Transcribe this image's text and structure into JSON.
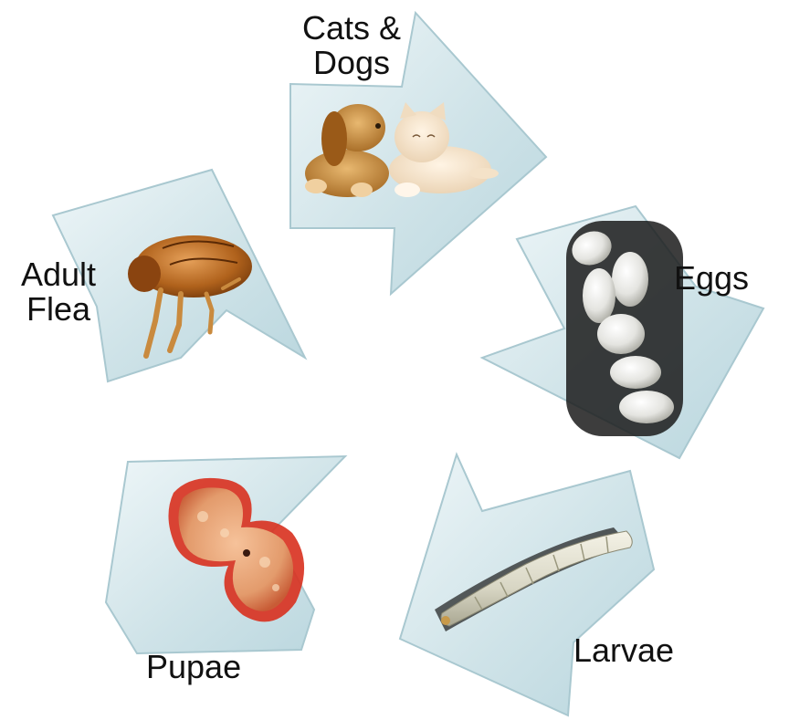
{
  "diagram": {
    "stages": [
      {
        "id": "cats",
        "label": "Cats &\nDogs",
        "icon": "cat-and-dog-icon"
      },
      {
        "id": "eggs",
        "label": "Eggs",
        "icon": "flea-eggs-icon"
      },
      {
        "id": "larvae",
        "label": "Larvae",
        "icon": "flea-larva-icon"
      },
      {
        "id": "pupae",
        "label": "Pupae",
        "icon": "flea-pupae-icon"
      },
      {
        "id": "adult",
        "label": "Adult\nFlea",
        "icon": "adult-flea-icon"
      }
    ],
    "colors": {
      "arrow_fill": "#cfe3e8",
      "arrow_light": "#eef6f8",
      "arrow_edge": "#a9c8d0",
      "text": "#111111"
    }
  }
}
